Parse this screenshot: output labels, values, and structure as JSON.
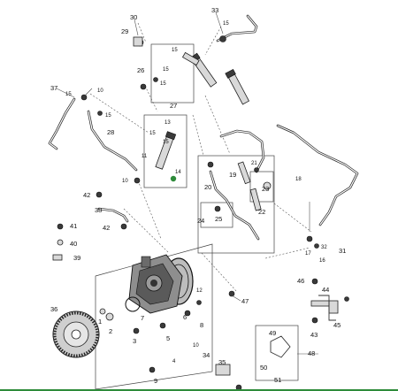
{
  "diagram": {
    "callouts": [
      "30",
      "29",
      "33",
      "15",
      "15",
      "26",
      "15",
      "27",
      "37",
      "15",
      "10",
      "15",
      "28",
      "15",
      "11",
      "15",
      "14",
      "10",
      "42",
      "38",
      "20",
      "19",
      "18",
      "23",
      "24",
      "25",
      "22",
      "42",
      "41",
      "40",
      "39",
      "17",
      "16",
      "32",
      "31",
      "36",
      "47",
      "46",
      "44",
      "1",
      "2",
      "3",
      "7",
      "6",
      "5",
      "8",
      "45",
      "43",
      "49",
      "48",
      "50",
      "51",
      "35",
      "34",
      "9",
      "4",
      "12",
      "10",
      "15",
      "13",
      "21"
    ],
    "highlight_color": "#2e8b3a",
    "frame_color": "#2e8b3a"
  }
}
